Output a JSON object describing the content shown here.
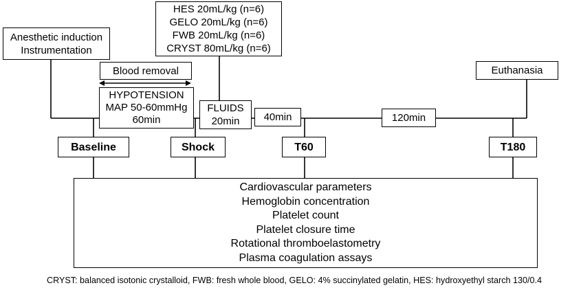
{
  "anesthesia": {
    "lines": [
      "Anesthetic induction",
      "Instrumentation"
    ]
  },
  "groups": {
    "lines": [
      "HES 20mL/kg (n=6)",
      "GELO 20mL/kg (n=6)",
      "FWB 20mL/kg (n=6)",
      "CRYST 80mL/kg (n=6)"
    ]
  },
  "blood_removal": "Blood removal",
  "hypotension": {
    "lines": [
      "HYPOTENSION",
      "MAP 50-60mmHg",
      "60min"
    ]
  },
  "fluids": {
    "lines": [
      "FLUIDS",
      "20min"
    ]
  },
  "interval_40": "40min",
  "interval_120": "120min",
  "euthanasia": "Euthanasia",
  "timepoints": [
    "Baseline",
    "Shock",
    "T60",
    "T180"
  ],
  "measurements": [
    "Cardiovascular parameters",
    "Hemoglobin concentration",
    "Platelet count",
    "Platelet closure time",
    "Rotational thromboelastometry",
    "Plasma coagulation assays"
  ],
  "footnote": "CRYST: balanced isotonic crystalloid, FWB: fresh whole blood, GELO: 4% succinylated gelatin, HES: hydroxyethyl starch 130/0.4"
}
